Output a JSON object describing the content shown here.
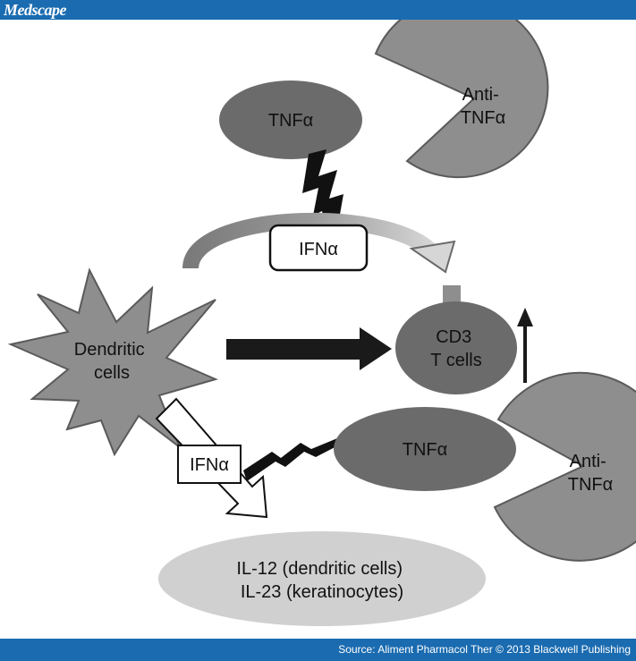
{
  "header": {
    "brand": "Medscape"
  },
  "footer": {
    "source": "Source: Aliment Pharmacol Ther © 2013 Blackwell Publishing"
  },
  "diagram": {
    "tnf_top": "TNFα",
    "anti_tnf_top": [
      "Anti-",
      "TNFα"
    ],
    "ifn_top": "IFNα",
    "dendritic": [
      "Dendritic",
      "cells"
    ],
    "cd3": [
      "CD3",
      "T cells"
    ],
    "ifn_left": "IFNα",
    "tnf_bottom": "TNFα",
    "anti_tnf_bottom": [
      "Anti-",
      "TNFα"
    ],
    "il_box": [
      "IL-12 (dendritic cells)",
      "IL-23 (keratinocytes)"
    ]
  },
  "colors": {
    "banner": "#1a6bb0",
    "dark_shape": "#6b6b6b",
    "mid_shape": "#8e8e8e",
    "light_ellipse": "#d0d0d0",
    "arrow_black": "#1a1a1a"
  }
}
